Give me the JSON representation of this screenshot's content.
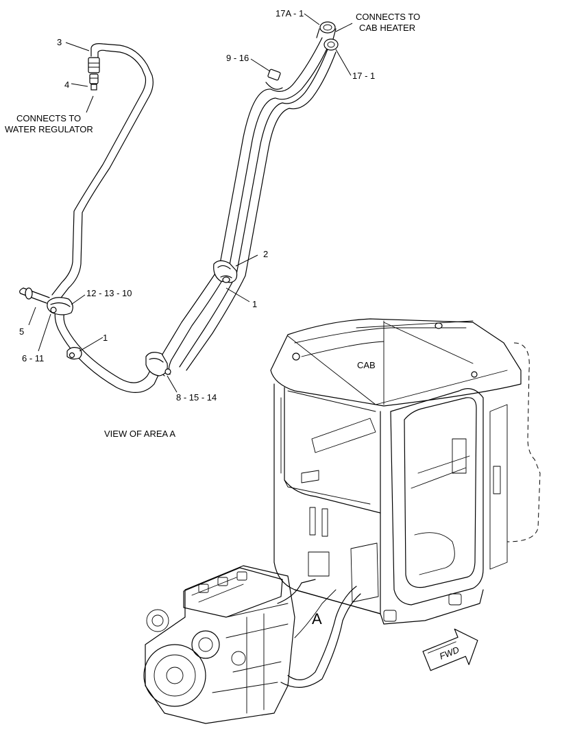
{
  "labels": {
    "l17a1": "17A - 1",
    "connects_cab_1": "CONNECTS TO",
    "connects_cab_2": "CAB HEATER",
    "l3": "3",
    "l4": "4",
    "connects_reg_1": "CONNECTS TO",
    "connects_reg_2": "WATER REGULATOR",
    "l916": "9 - 16",
    "l171": "17 - 1",
    "l2": "2",
    "l1a": "1",
    "l121310": "12 - 13 - 10",
    "l5": "5",
    "l611": "6 - 11",
    "l1b": "1",
    "l81514": "8 - 15 - 14",
    "cab": "CAB",
    "view": "VIEW OF AREA  A",
    "area_a": "A",
    "fwd": "FWD"
  }
}
